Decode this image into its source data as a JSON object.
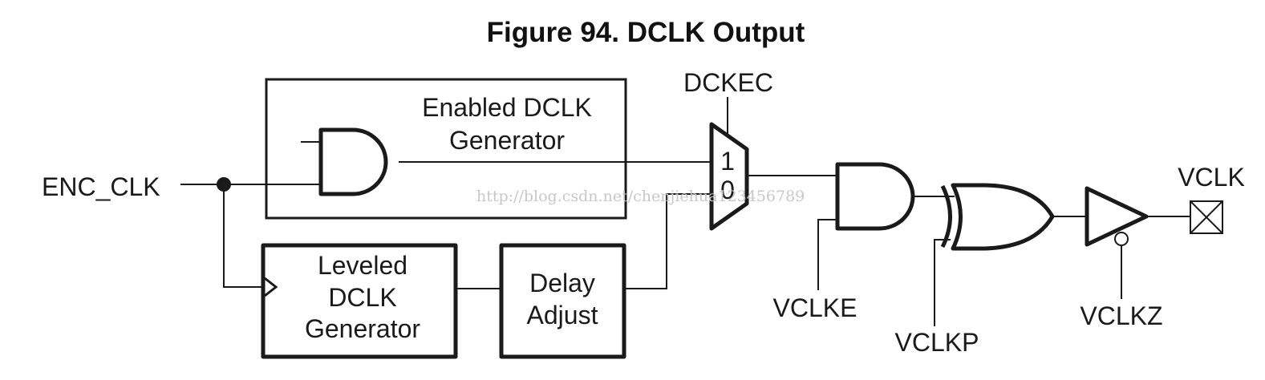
{
  "figure": {
    "title": "Figure 94. DCLK Output"
  },
  "blocks": {
    "enabled_generator": {
      "line1": "Enabled DCLK",
      "line2": "Generator"
    },
    "leveled_generator": {
      "line1": "Leveled",
      "line2": "DCLK",
      "line3": "Generator"
    },
    "delay_adjust": {
      "line1": "Delay",
      "line2": "Adjust"
    }
  },
  "mux": {
    "select_label": "DCKEC",
    "input_1": "1",
    "input_0": "0"
  },
  "signals": {
    "input": "ENC_CLK",
    "and_enable": "VCLKE",
    "xor_polarity": "VCLKP",
    "buffer_enable": "VCLKZ",
    "output": "VCLK"
  },
  "watermark": "http://blog.csdn.net/chenjiehua123456789"
}
